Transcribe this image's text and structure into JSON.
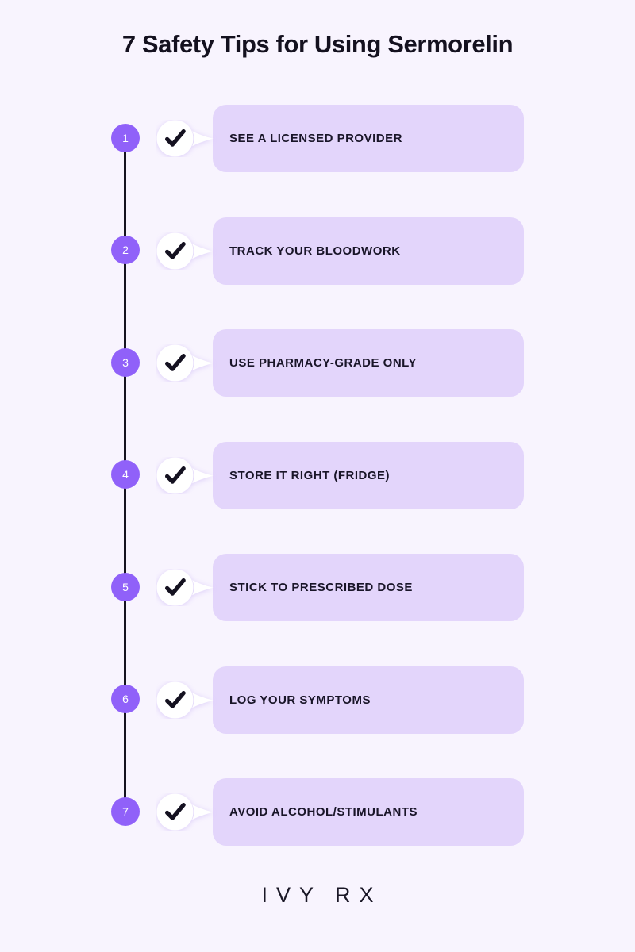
{
  "header": {
    "title": "7 Safety Tips for Using Sermorelin"
  },
  "colors": {
    "background": "#F8F4FE",
    "card_fill": "#E3D5FB",
    "accent_purple": "#9061F9",
    "spine": "#15131F",
    "text": "#191528",
    "check_bubble": "#FFFFFF"
  },
  "timeline": {
    "steps": [
      {
        "number": "1",
        "label": "SEE A LICENSED PROVIDER",
        "icon": "checkmark-icon"
      },
      {
        "number": "2",
        "label": "TRACK YOUR BLOODWORK",
        "icon": "checkmark-icon"
      },
      {
        "number": "3",
        "label": "USE PHARMACY-GRADE ONLY",
        "icon": "checkmark-icon"
      },
      {
        "number": "4",
        "label": "STORE IT RIGHT (FRIDGE)",
        "icon": "checkmark-icon"
      },
      {
        "number": "5",
        "label": "STICK TO PRESCRIBED DOSE",
        "icon": "checkmark-icon"
      },
      {
        "number": "6",
        "label": "LOG YOUR SYMPTOMS",
        "icon": "checkmark-icon"
      },
      {
        "number": "7",
        "label": "AVOID ALCOHOL/STIMULANTS",
        "icon": "checkmark-icon"
      }
    ]
  },
  "footer": {
    "logo_primary": "IVY",
    "logo_secondary": "RX"
  }
}
